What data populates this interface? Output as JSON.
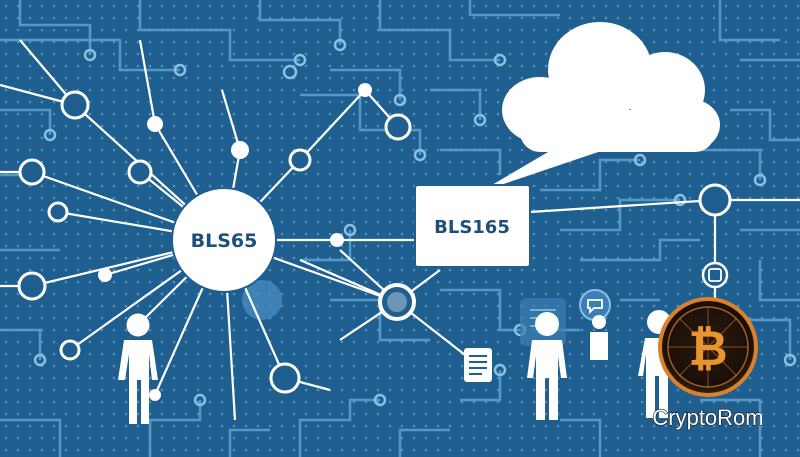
{
  "labels": {
    "left_hub": "BLS65",
    "right_hub": "BLS165"
  },
  "watermark": {
    "text": "CryptoRom",
    "symbol": "₿"
  },
  "icons": {
    "cloud": "cloud-icon",
    "document": "document-icon",
    "coin": "bitcoin-coin-icon",
    "chat_badge": "chat-badge-icon"
  },
  "colors": {
    "background": "#1f5f8f",
    "circuit": "#5fa3d1",
    "dot": "#8cc0e3",
    "network_white": "#ffffff",
    "hub_text": "#1d4f7a",
    "coin_gold": "#d9822b"
  }
}
